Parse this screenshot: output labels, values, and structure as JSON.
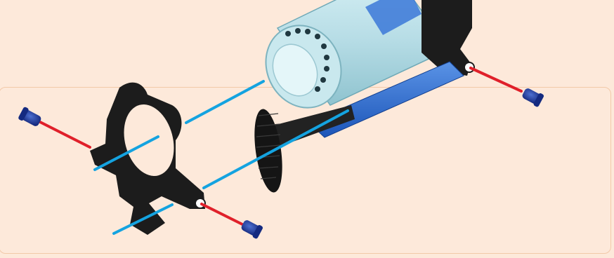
{
  "figure": {
    "kind": "assembly-instruction-diagram",
    "background_color": "#fde9da",
    "panel_border_color": "#f2c9a8",
    "parts": [
      {
        "name": "syringe-barrel",
        "color": "#bfe3ea"
      },
      {
        "name": "syringe-plunger",
        "color": "#1a1a1a"
      },
      {
        "name": "plunger-rail",
        "color": "#2f6fd0"
      },
      {
        "name": "clamp-bracket",
        "color": "#1c1c1c"
      },
      {
        "name": "screw",
        "color": "#1f3fa0"
      }
    ],
    "guide_line_color": "#14a3e0",
    "screw_axis_color": "#e0202a",
    "screw_count": 3,
    "guide_line_count": 4
  }
}
